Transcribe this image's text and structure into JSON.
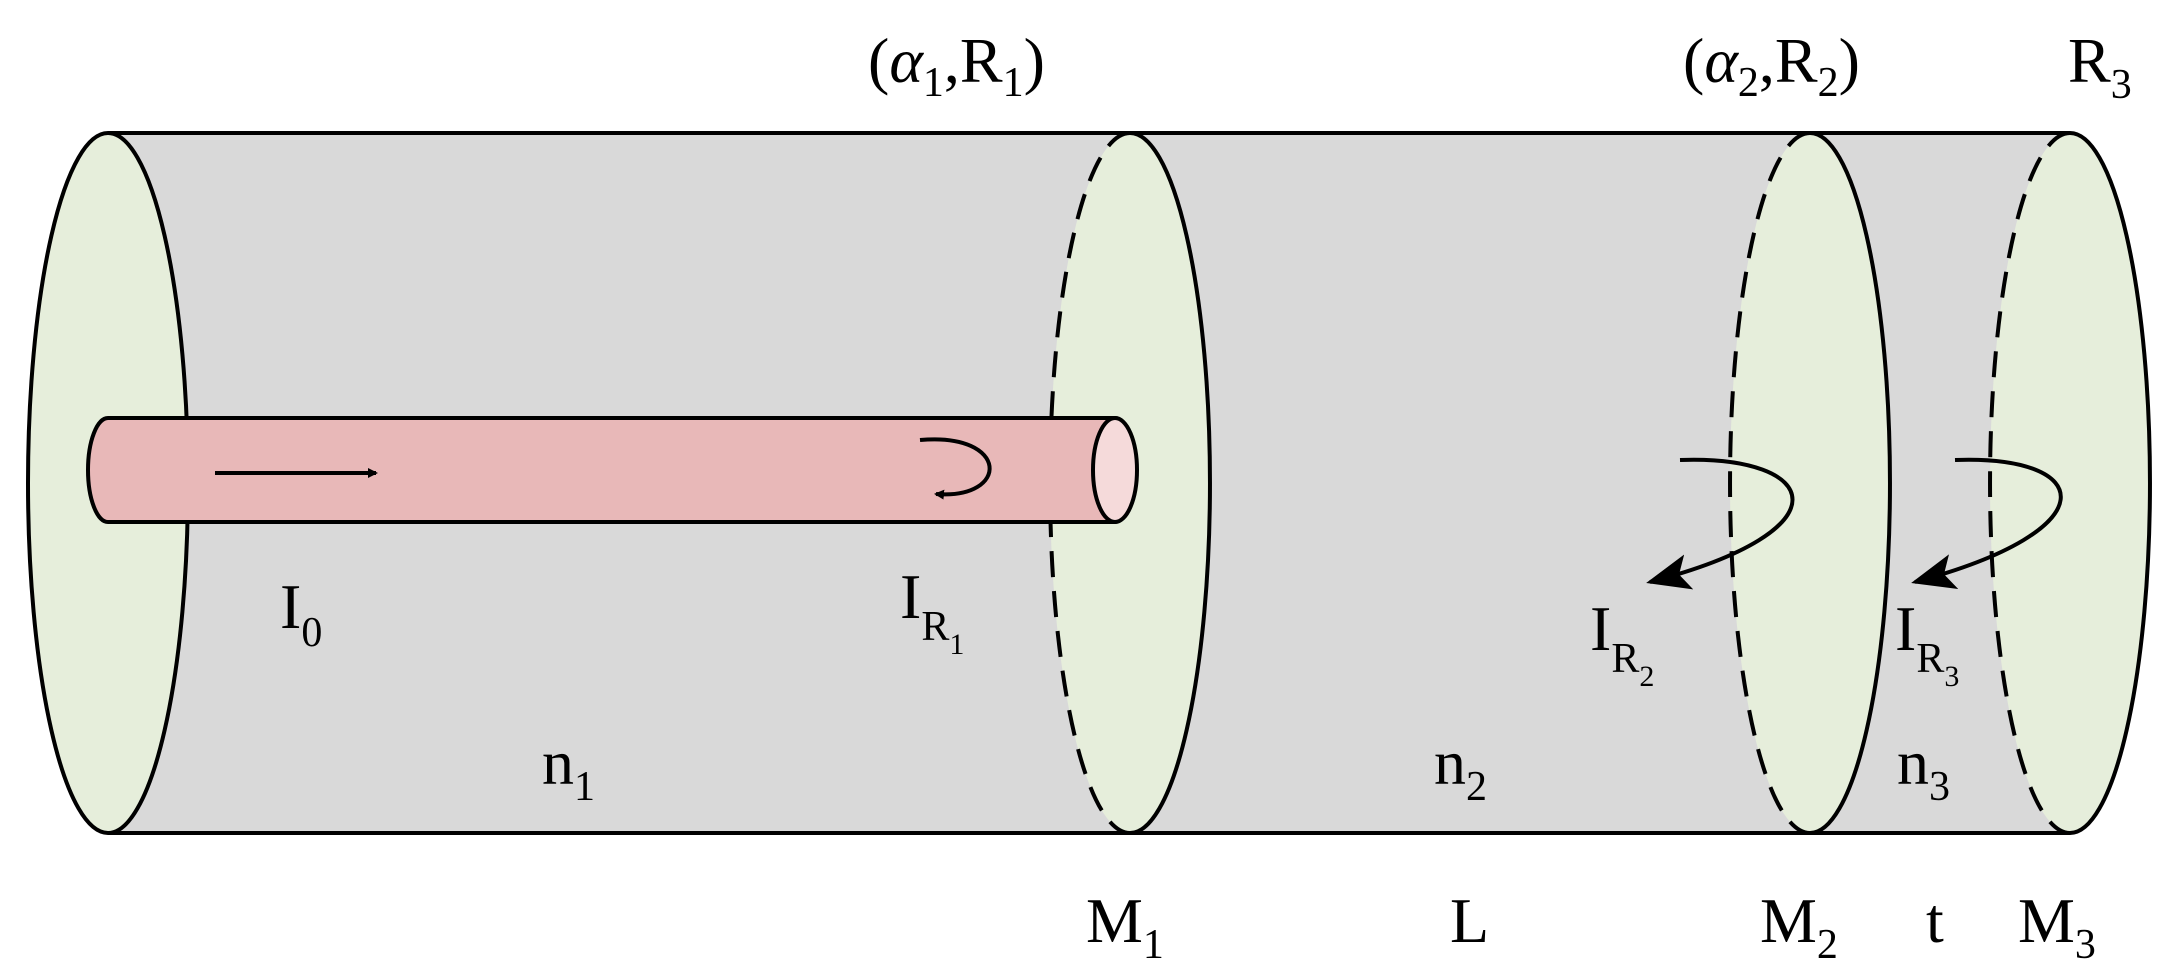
{
  "colors": {
    "cylinder_body": "#d9d9d9",
    "end_faces": "#e6eedb",
    "beam": "#e8b8b8",
    "beam_end": "#f5dada",
    "outline": "#000000"
  },
  "icons": [
    "right-arrow-icon",
    "reflection-loop-arrow-icon",
    "curved-return-arrow-icon"
  ],
  "labels": {
    "m1_params": {
      "open": "(",
      "alpha": "α",
      "alpha_sub": "1",
      "comma": ",R",
      "r_sub": "1",
      "close": ")"
    },
    "m2_params": {
      "open": "(",
      "alpha": "α",
      "alpha_sub": "2",
      "comma": ",R",
      "r_sub": "2",
      "close": ")"
    },
    "r3": {
      "base": "R",
      "sub": "3"
    },
    "incident": {
      "base": "I",
      "sub": "0"
    },
    "reflected_1": {
      "base": "I",
      "sub": "R",
      "subsub": "1"
    },
    "reflected_2": {
      "base": "I",
      "sub": "R",
      "subsub": "2"
    },
    "reflected_3": {
      "base": "I",
      "sub": "R",
      "subsub": "3"
    },
    "n1": {
      "base": "n",
      "sub": "1"
    },
    "n2": {
      "base": "n",
      "sub": "2"
    },
    "n3": {
      "base": "n",
      "sub": "3"
    },
    "m1": {
      "base": "M",
      "sub": "1"
    },
    "m2": {
      "base": "M",
      "sub": "2"
    },
    "m3": {
      "base": "M",
      "sub": "3"
    },
    "cavity_length": "L",
    "thickness": "t"
  }
}
